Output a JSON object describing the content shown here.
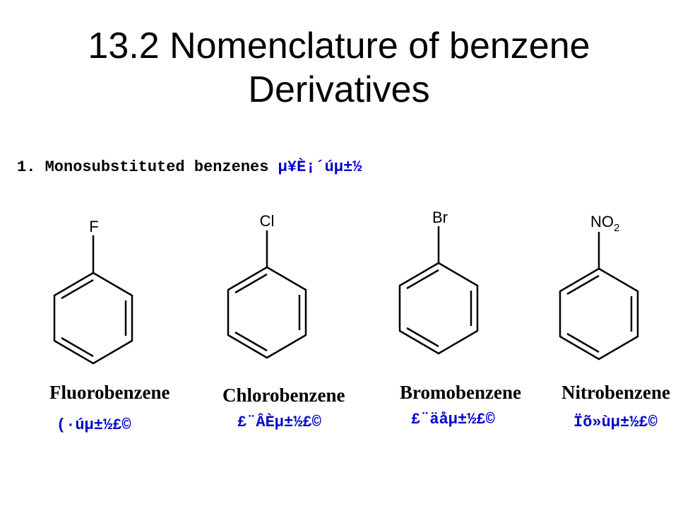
{
  "slide": {
    "title_line1": "13.2  Nomenclature of benzene",
    "title_line2": "Derivatives",
    "section_label": "1. Monosubstituted benzenes",
    "section_label_garbled": "µ¥È¡´úµ±½",
    "compounds": [
      {
        "substituent": "F",
        "name": "Fluorobenzene",
        "garbled_name": "(·úµ±½£©"
      },
      {
        "substituent": "Cl",
        "name": "Chlorobenzene",
        "garbled_name": "£¨ÂÈµ±½£©"
      },
      {
        "substituent": "Br",
        "name": "Bromobenzene",
        "garbled_name": "£¨äåµ±½£©"
      },
      {
        "substituent": "NO",
        "substituent_sub": "2",
        "name": "Nitrobenzene",
        "garbled_name": "Ïõ»ùµ±½£©"
      }
    ]
  }
}
